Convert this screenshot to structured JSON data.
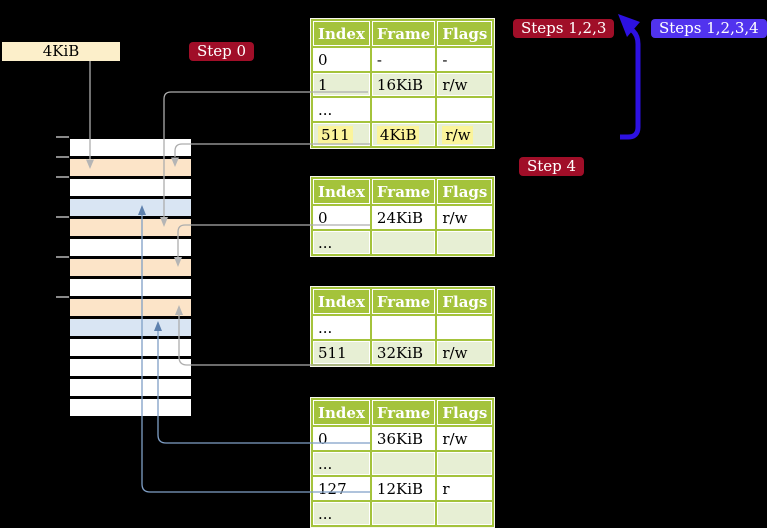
{
  "labels": {
    "frame_size": "4KiB",
    "step0": "Step 0",
    "steps123": "Steps 1,2,3",
    "steps1234": "Steps 1,2,3,4",
    "step4": "Step 4"
  },
  "table_headers": [
    "Index",
    "Frame",
    "Flags"
  ],
  "tables": [
    {
      "id": "level4",
      "rows": [
        {
          "cells": [
            "0",
            "-",
            "-"
          ],
          "alt": false,
          "highlight": false
        },
        {
          "cells": [
            "1",
            "16KiB",
            "r/w"
          ],
          "alt": true,
          "highlight": false
        },
        {
          "cells": [
            "...",
            "",
            ""
          ],
          "alt": false,
          "highlight": false
        },
        {
          "cells": [
            "511",
            "4KiB",
            "r/w"
          ],
          "alt": true,
          "highlight": true
        }
      ]
    },
    {
      "id": "level3",
      "rows": [
        {
          "cells": [
            "0",
            "24KiB",
            "r/w"
          ],
          "alt": false,
          "highlight": false
        },
        {
          "cells": [
            "...",
            "",
            ""
          ],
          "alt": true,
          "highlight": false
        }
      ]
    },
    {
      "id": "level2",
      "rows": [
        {
          "cells": [
            "...",
            "",
            ""
          ],
          "alt": false,
          "highlight": false
        },
        {
          "cells": [
            "511",
            "32KiB",
            "r/w"
          ],
          "alt": true,
          "highlight": false
        }
      ]
    },
    {
      "id": "level1",
      "rows": [
        {
          "cells": [
            "0",
            "36KiB",
            "r/w"
          ],
          "alt": false,
          "highlight": false
        },
        {
          "cells": [
            "...",
            "",
            ""
          ],
          "alt": true,
          "highlight": false
        },
        {
          "cells": [
            "127",
            "12KiB",
            "r"
          ],
          "alt": false,
          "highlight": false
        },
        {
          "cells": [
            "...",
            "",
            ""
          ],
          "alt": true,
          "highlight": false
        }
      ]
    }
  ],
  "memory": {
    "rows": [
      "free",
      "page-table",
      "free",
      "mapped-page",
      "page-table",
      "free",
      "page-table",
      "free",
      "page-table",
      "mapped-page",
      "free",
      "free",
      "free",
      "free"
    ]
  },
  "connectors": [
    {
      "id": "root-to-l4",
      "name": "root-pointer-arrow",
      "color": "gray"
    },
    {
      "id": "l4e1-to-l3",
      "name": "l4-entry1-frame-arrow",
      "color": "gray"
    },
    {
      "id": "l4e511-to-l4",
      "name": "l4-entry511-recursive-arrow",
      "color": "gray"
    },
    {
      "id": "l3e0-to-l2",
      "name": "l3-entry0-frame-arrow",
      "color": "gray"
    },
    {
      "id": "l2e511-to-l1",
      "name": "l2-entry511-frame-arrow",
      "color": "gray"
    },
    {
      "id": "l1e0-to-page",
      "name": "l1-entry0-frame-arrow",
      "color": "blue"
    },
    {
      "id": "l1e127-to-page",
      "name": "l1-entry127-frame-arrow",
      "color": "blue"
    },
    {
      "id": "recursive-loop",
      "name": "recursive-loop-arrow",
      "color": "loop"
    }
  ],
  "colors": {
    "background": "#000000",
    "table_header_bg": "#a4c33b",
    "table_row_alt_bg": "#e7efd4",
    "highlight_bg": "#fbf49b",
    "memory_free": "#ffffff",
    "memory_page_table": "#fce4c8",
    "memory_mapped_page": "#d9e5f3",
    "label_red_bg": "#a00e28",
    "label_blue_bg": "#5133ee",
    "label_cream_bg": "#fcefca",
    "gray_line": "#adadad",
    "gray_arrow": "#b5b5b5",
    "blue_line": "#7f9fc6",
    "blue_arrow": "#5e81ae",
    "loop_arrow": "#2d11e2"
  }
}
